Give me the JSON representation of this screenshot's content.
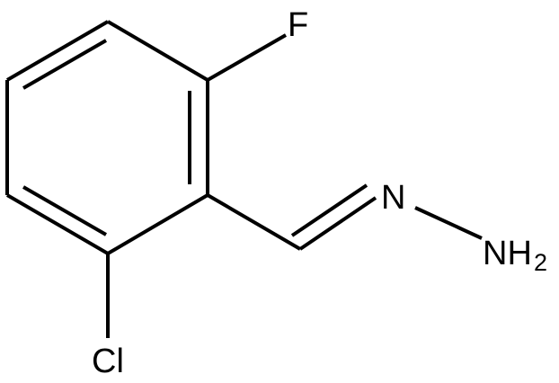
{
  "molecule": {
    "atoms": {
      "fluorine": "F",
      "chlorine": "Cl",
      "imine_nitrogen": "N",
      "amine_group": "NH",
      "amine_subscript": "2"
    }
  }
}
